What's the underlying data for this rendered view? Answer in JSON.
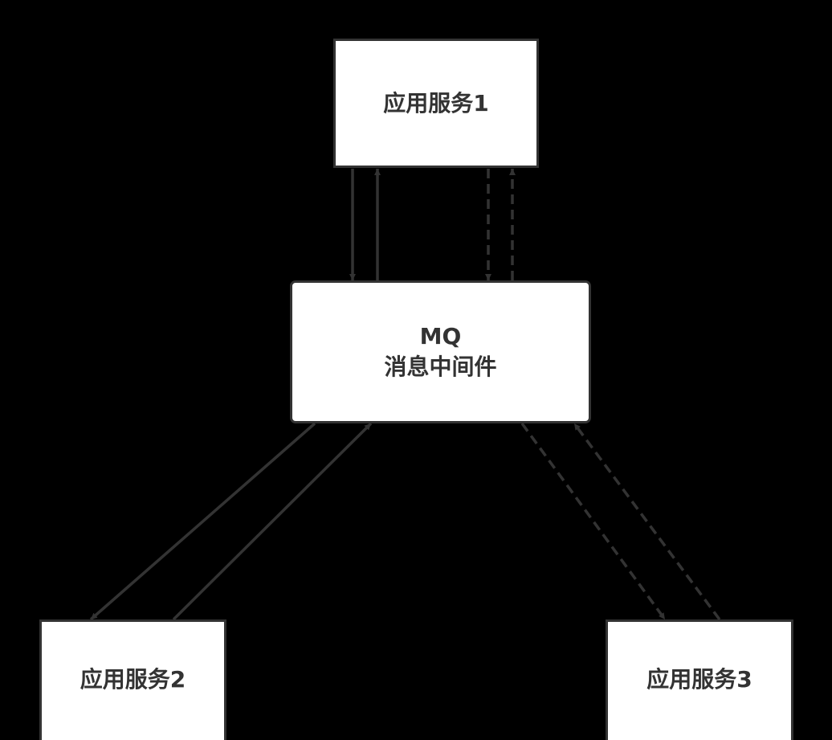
{
  "nodes": {
    "service_1": {
      "label": "应用服务1"
    },
    "mq": {
      "title": "MQ",
      "subtitle": "消息中间件"
    },
    "service_2": {
      "label": "应用服务2"
    },
    "service_3": {
      "label": "应用服务3"
    }
  },
  "colors": {
    "background": "#000000",
    "node_fill": "#ffffff",
    "stroke": "#333333",
    "text": "#333333"
  },
  "edges": [
    {
      "from": "service_1",
      "to": "mq",
      "style": "solid"
    },
    {
      "from": "mq",
      "to": "service_1",
      "style": "solid"
    },
    {
      "from": "service_1",
      "to": "mq",
      "style": "dashed"
    },
    {
      "from": "mq",
      "to": "service_1",
      "style": "dashed"
    },
    {
      "from": "mq",
      "to": "service_2",
      "style": "solid"
    },
    {
      "from": "service_2",
      "to": "mq",
      "style": "solid"
    },
    {
      "from": "mq",
      "to": "service_3",
      "style": "dashed"
    },
    {
      "from": "service_3",
      "to": "mq",
      "style": "dashed"
    }
  ]
}
